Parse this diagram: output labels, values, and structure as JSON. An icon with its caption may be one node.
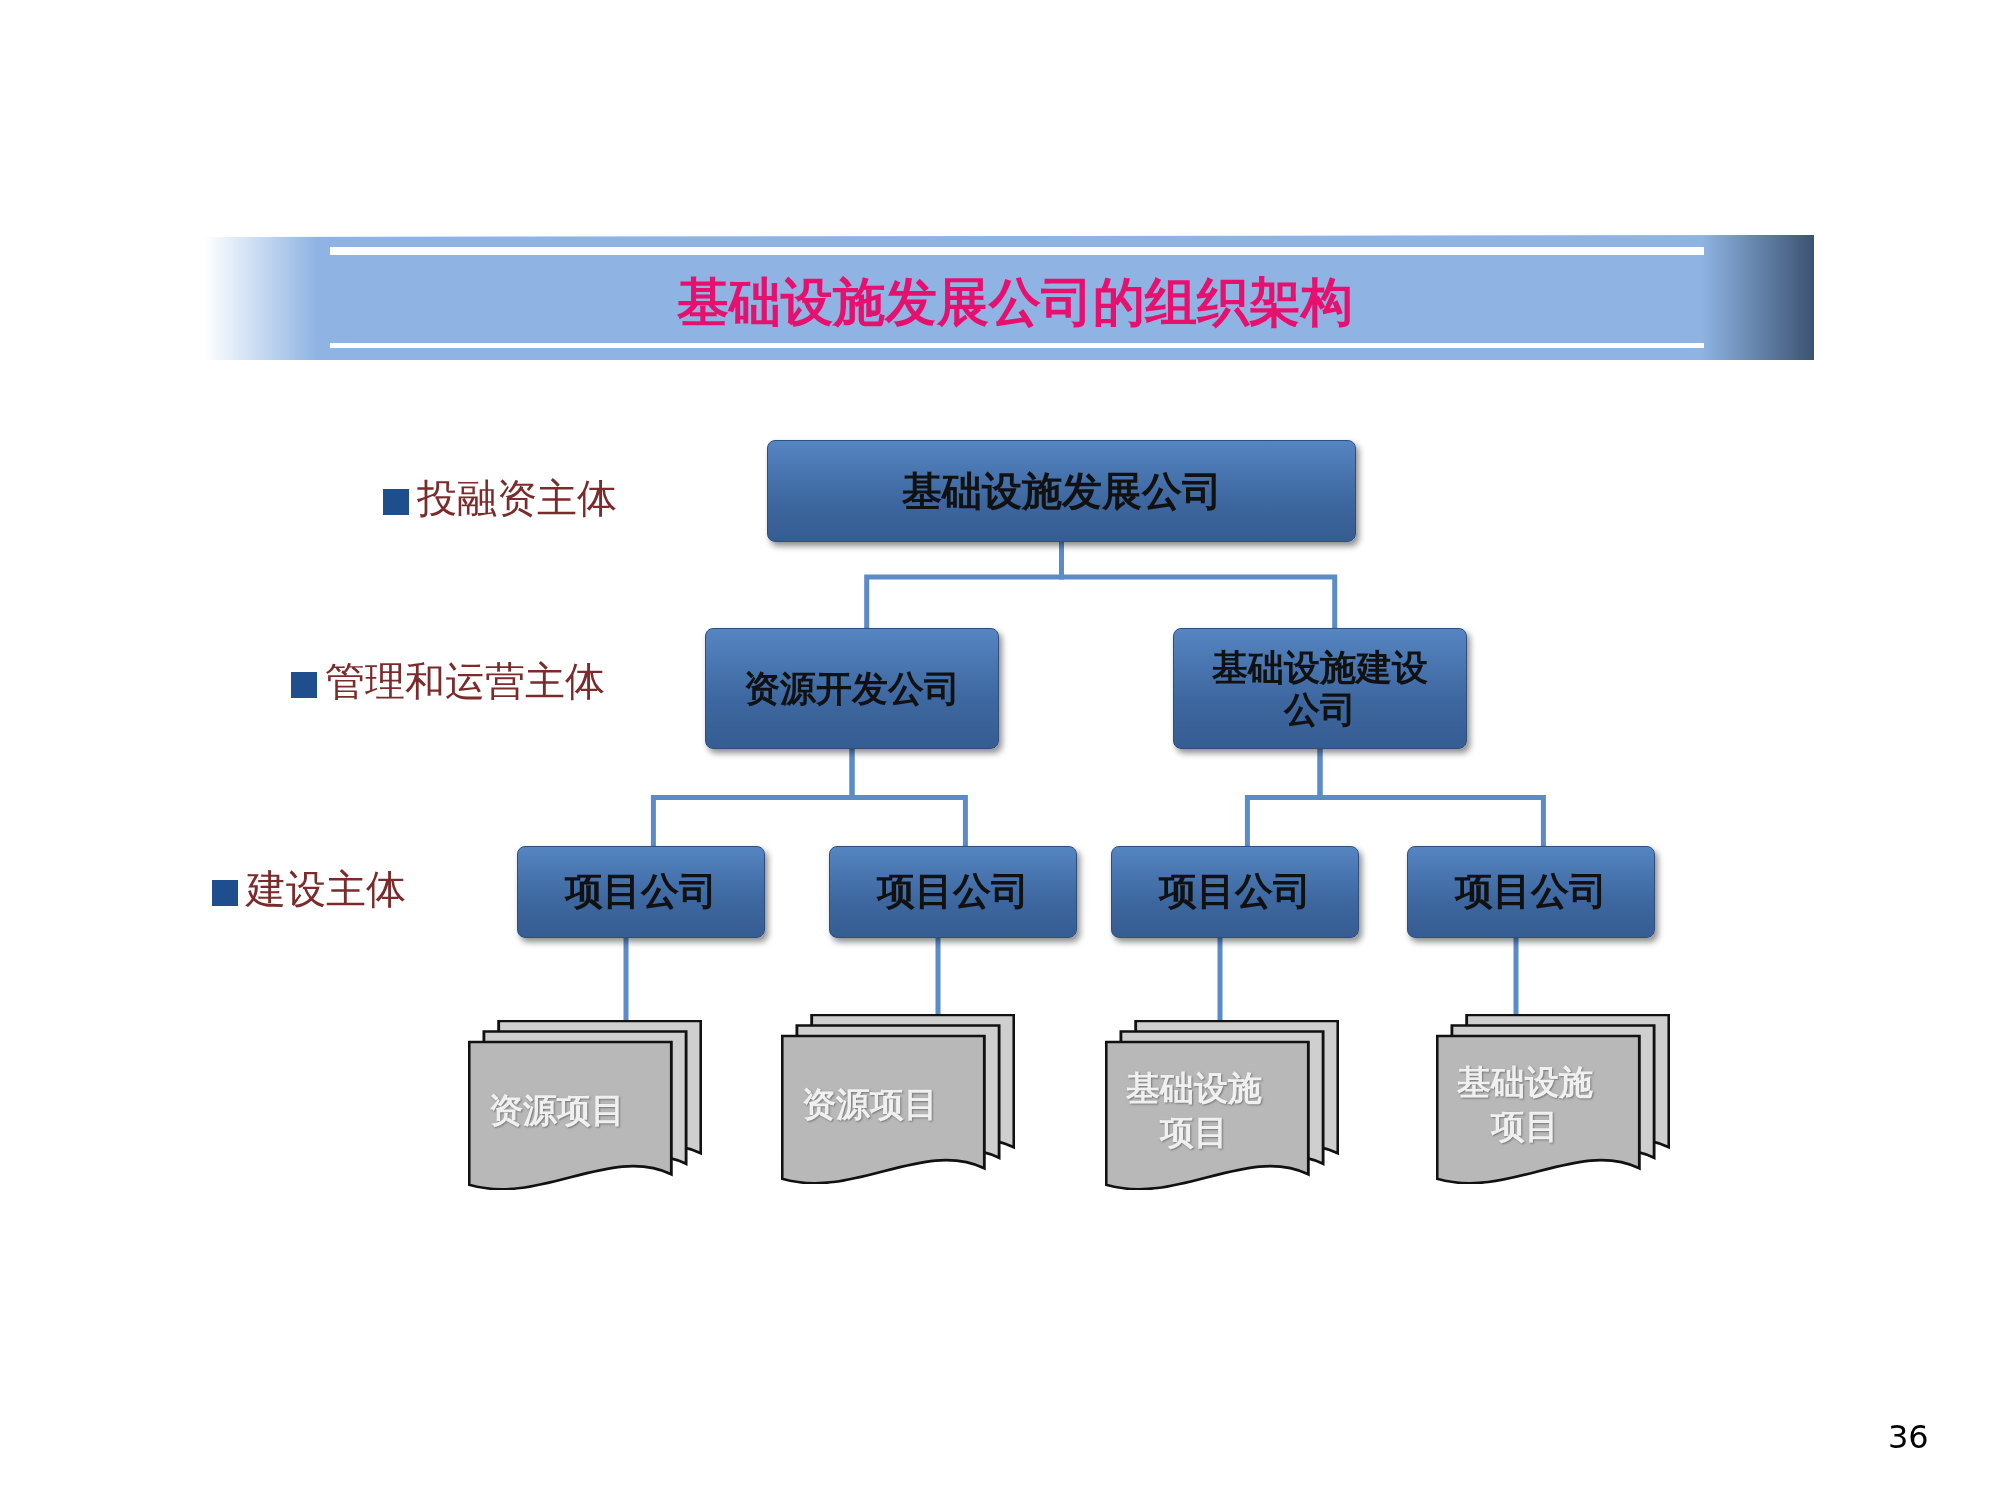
{
  "diagram": {
    "title": "基础设施发展公司的组织架构",
    "nodes": [
      {
        "text": [
          "基础设施发展公司"
        ]
      },
      {
        "text": [
          "资源开发公司"
        ]
      },
      {
        "text": [
          "基础设施建设公司"
        ]
      },
      {
        "text": [
          "项目公司"
        ]
      },
      {
        "text": [
          "项目公司"
        ]
      },
      {
        "text": [
          "项目公司"
        ]
      },
      {
        "text": [
          "项目公司"
        ]
      },
      {
        "text": [
          "资源项目"
        ]
      },
      {
        "text": [
          "资源项目"
        ]
      },
      {
        "text": [
          "基础设施项目"
        ]
      },
      {
        "text": [
          "基础设施项目"
        ]
      }
    ],
    "edges": [
      {
        "from": 0,
        "to": 1,
        "arrow": "none"
      },
      {
        "from": 0,
        "to": 2,
        "arrow": "none"
      },
      {
        "from": 1,
        "to": 3,
        "arrow": "none"
      },
      {
        "from": 1,
        "to": 4,
        "arrow": "none"
      },
      {
        "from": 2,
        "to": 5,
        "arrow": "none"
      },
      {
        "from": 2,
        "to": 6,
        "arrow": "none"
      },
      {
        "from": 3,
        "to": 7,
        "arrow": "none"
      },
      {
        "from": 4,
        "to": 8,
        "arrow": "none"
      },
      {
        "from": 5,
        "to": 9,
        "arrow": "none"
      },
      {
        "from": 6,
        "to": 10,
        "arrow": "none"
      }
    ],
    "labels": [
      "投融资主体",
      "管理和运营主体",
      "建设主体",
      "36"
    ]
  }
}
